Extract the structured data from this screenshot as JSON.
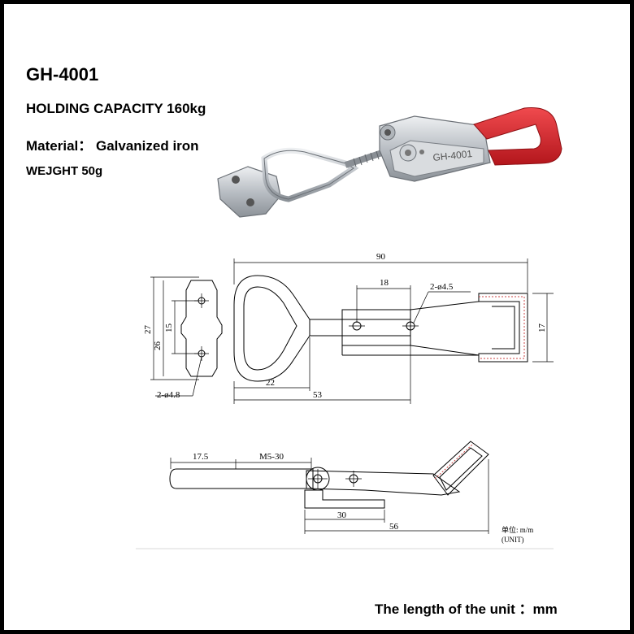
{
  "spec": {
    "model": "GH-4001",
    "holding_capacity": "HOLDING CAPACITY 160kg",
    "material": "Material：  Galvanized iron",
    "weight": "WEJGHT 50g"
  },
  "product_marking": "GH-4001",
  "drawing_top": {
    "dim_overall_length": "90",
    "dim_slot_spacing": "18",
    "dim_holes_right": "2-ø4.5",
    "dim_height_outer": "27",
    "dim_height_inner": "26",
    "dim_hole_spacing": "15",
    "dim_hook_height": "17",
    "dim_holes_left": "2-ø4.8",
    "dim_loop_length": "22",
    "dim_total_to_pivot": "53"
  },
  "drawing_side": {
    "dim_tail": "17.5",
    "dim_thread": "M5-30",
    "dim_base": "30",
    "dim_reach": "56",
    "unit_label_cn": "单位: m/m",
    "unit_label_en": "(UNIT)"
  },
  "footer": {
    "unit_note": "The length of the unit ：mm"
  },
  "colors": {
    "handle_red": "#d8252b",
    "metal": "#c9cdd2",
    "border": "#000000"
  }
}
